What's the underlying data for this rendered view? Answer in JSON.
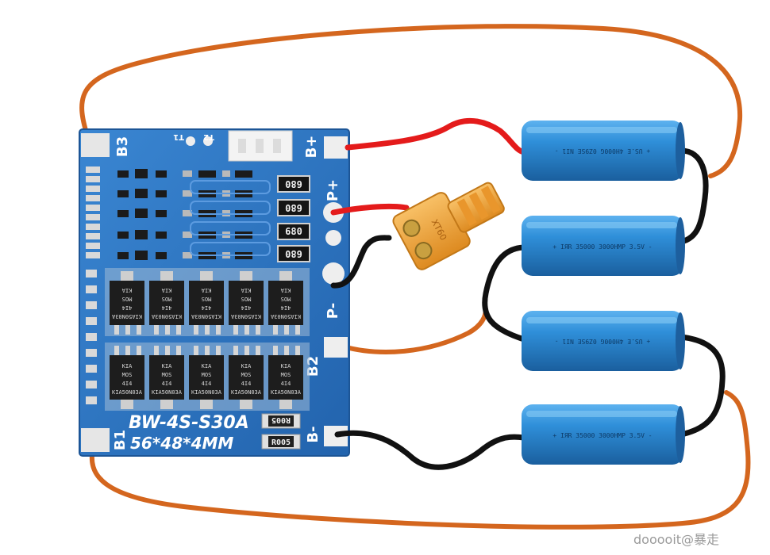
{
  "board": {
    "model": "BW-4S-S30A",
    "dimensions": "56*48*4MM",
    "pads": {
      "b3": "B3",
      "b_plus": "B+",
      "p_plus": "P+",
      "p_minus": "P-",
      "b2": "B2",
      "b1": "B1",
      "b_minus": "B-"
    },
    "thermistors": {
      "t1": "T1",
      "t2": "T2"
    },
    "balance_resistors": [
      "680",
      "680",
      "680",
      "680"
    ],
    "shunt_resistors": [
      "R005",
      "R005"
    ],
    "mosfet_top": [
      "KIA",
      "MOS",
      "4I4",
      "KIA50N03A"
    ],
    "mosfet_bottom": [
      "KIA",
      "MOS",
      "4I4",
      "KIA50N03A"
    ]
  },
  "connector": {
    "label": "XT60"
  },
  "cells": [
    {
      "label": "+ US.E 4H000G 0Z9SE NI1 -"
    },
    {
      "label": "+ IЯR 35000 3000HMP 3.5V -"
    },
    {
      "label": "+ US.E 4H000G 0Z9SE NI1 -"
    },
    {
      "label": "+ IЯR 35000 3000HMP 3.5V -"
    }
  ],
  "watermark": "dooooit@暴走",
  "colors": {
    "pcb": "#2a74c2",
    "wire_orange": "#d4661e",
    "wire_red": "#e41b1b",
    "wire_black": "#111111",
    "cell": "#2f8fd9",
    "connector": "#f2a33a"
  }
}
